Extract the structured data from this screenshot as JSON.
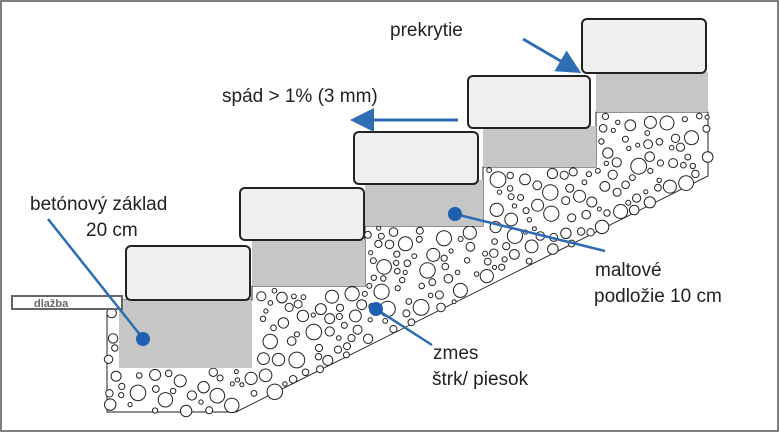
{
  "labels": {
    "overlap": "prekrytie",
    "slope": "spád > 1% (3 mm)",
    "concrete_line1": "betónový základ",
    "concrete_line2": "20 cm",
    "pavement": "dlažba",
    "mortar_line1": "maltové",
    "mortar_line2": "podložie 10 cm",
    "mix_line1": "zmes",
    "mix_line2": "štrk/ piesok"
  },
  "colors": {
    "arrow": "#2e6db4",
    "dot": "#1f5fb0",
    "stone_fill": "#f0f0f0",
    "stone_stroke": "#222222",
    "mortar": "#c6c6c6",
    "frame": "#555555",
    "text": "#222222"
  }
}
